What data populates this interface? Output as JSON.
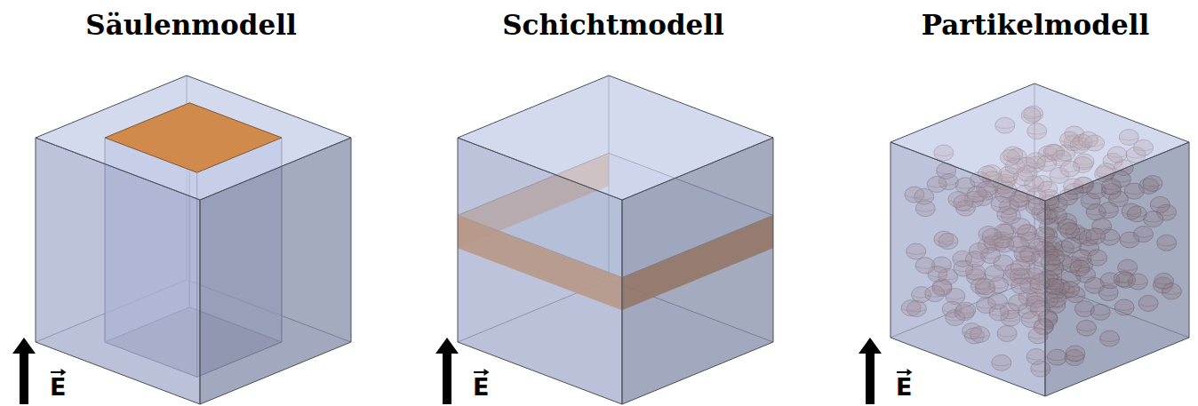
{
  "diagram": {
    "labels": [
      "Säulenmodell",
      "Schichtmodell",
      "Partikelmodell",
      "E",
      "E",
      "E"
    ]
  }
}
